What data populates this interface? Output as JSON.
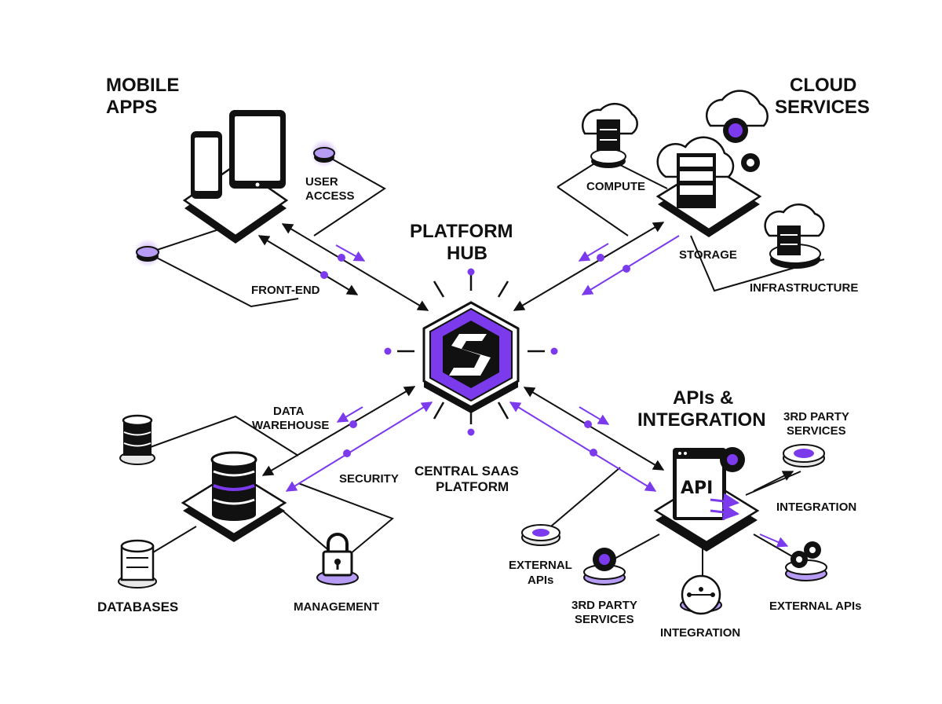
{
  "colors": {
    "accent": "#7c3aed",
    "accent_light": "#b79cf5",
    "ink": "#111111",
    "bg": "#ffffff"
  },
  "hub": {
    "title_line1": "PLATFORM",
    "title_line2": "HUB",
    "icon": "s-logo-icon"
  },
  "central": {
    "line1": "CENTRAL SAAS",
    "line2": "PLATFORM"
  },
  "mobile": {
    "title_line1": "MOBILE",
    "title_line2": "APPS",
    "user_access_line1": "USER",
    "user_access_line2": "ACCESS",
    "front_end": "FRONT-END"
  },
  "cloud": {
    "title_line1": "CLOUD",
    "title_line2": "SERVICES",
    "compute": "COMPUTE",
    "storage": "STORAGE",
    "infrastructure": "INFRASTRUCTURE"
  },
  "data": {
    "warehouse_line1": "DATA",
    "warehouse_line2": "WAREHOUSE",
    "security": "SECURITY",
    "databases": "DATABASES",
    "management": "MANAGEMENT"
  },
  "apis": {
    "title_line1": "APIs &",
    "title_line2": "INTEGRATION",
    "api_label": "API",
    "third_party_top_line1": "3RD PARTY",
    "third_party_top_line2": "SERVICES",
    "integration_right": "INTEGRATION",
    "external_left_line1": "EXTERNAL",
    "external_left_line2": "APIs",
    "third_party_bottom_line1": "3RD PARTY",
    "third_party_bottom_line2": "SERVICES",
    "integration_bottom": "INTEGRATION",
    "external_right": "EXTERNAL APIs"
  }
}
